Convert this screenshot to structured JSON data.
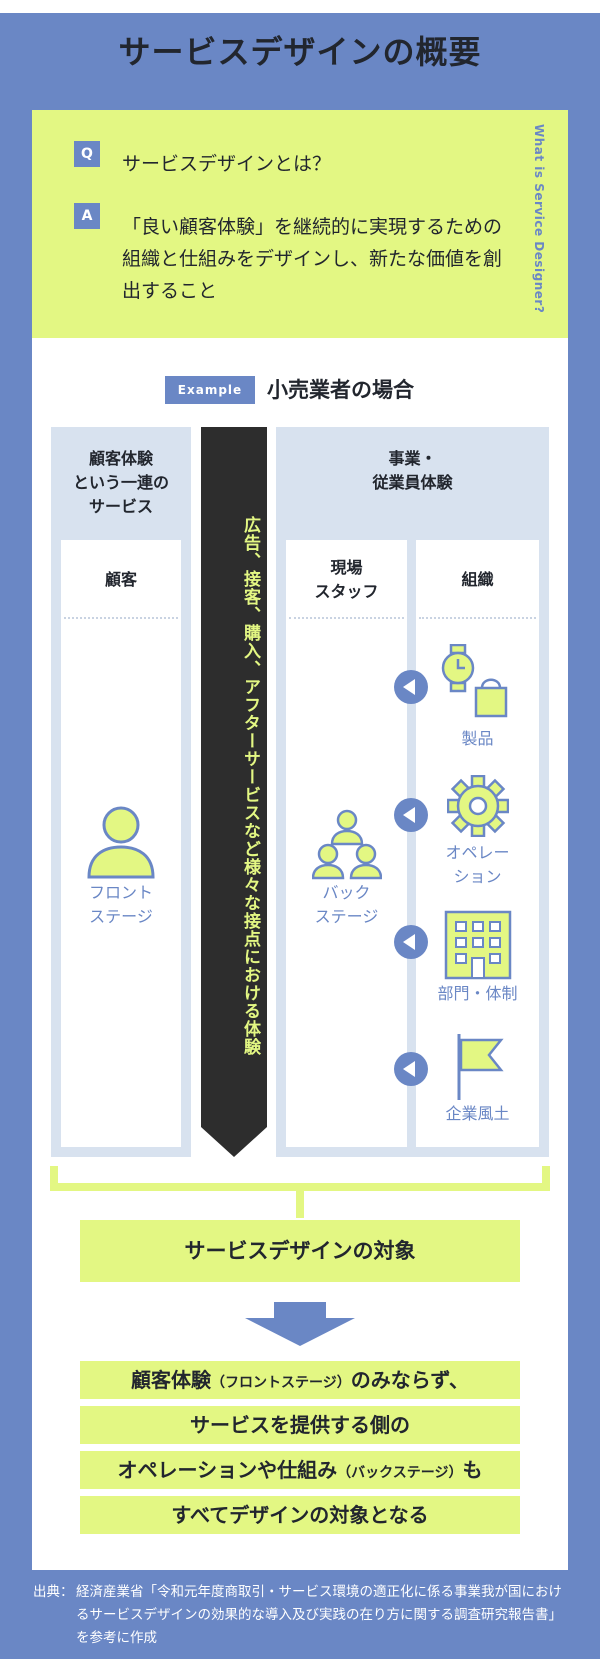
{
  "title": "サービスデザインの概要",
  "qa": {
    "q_badge": "Q",
    "question": "サービスデザインとは？",
    "a_badge": "A",
    "answer": "「良い顧客体験」を継続的に実現するための組織と仕組みをデザインし、新たな価値を創出すること",
    "side_label": "What is Service Designer?"
  },
  "example": {
    "tag": "Example",
    "title": "小売業者の場合"
  },
  "left_column": {
    "header": "顧客体験\nという一連の\nサービス",
    "sub_header": "顧客",
    "label": "フロント\nステージ",
    "icon": "person-icon"
  },
  "center_band": {
    "text": "広告、接客、購入、アフターサービスなど様々な接点における体験"
  },
  "right_column": {
    "header": "事業・\n従業員体験",
    "staff_header": "現場\nスタッフ",
    "org_header": "組織",
    "staff_label": "バック\nステージ",
    "staff_icon": "group-icon",
    "org_items": [
      {
        "label": "製品",
        "icon": "watch-bag-icon"
      },
      {
        "label": "オペレー\nション",
        "icon": "gear-icon"
      },
      {
        "label": "部門・体制",
        "icon": "building-icon"
      },
      {
        "label": "企業風土",
        "icon": "flag-icon"
      }
    ]
  },
  "target": "サービスデザインの対象",
  "conclusion": [
    {
      "main": "顧客体験",
      "small": "（フロントステージ）",
      "tail": "のみならず、"
    },
    {
      "main": "サービスを提供する側の",
      "small": "",
      "tail": ""
    },
    {
      "main": "オペレーションや仕組み",
      "small": "（バックステージ）",
      "tail": "も"
    },
    {
      "main": "すべてデザインの対象となる",
      "small": "",
      "tail": ""
    }
  ],
  "source": {
    "label": "出典：",
    "text": "経済産業省「令和元年度商取引・サービス環境の適正化に係る事業我が国におけるサービスデザインの効果的な導入及び実践の在り方に関する調査研究報告書」を参考に作成"
  },
  "colors": {
    "frame_blue": "#6a87c5",
    "lime": "#e3f783",
    "pale_blue": "#d8e2ef",
    "band_dark": "#2d2d2d",
    "text_dark": "#22262e"
  }
}
